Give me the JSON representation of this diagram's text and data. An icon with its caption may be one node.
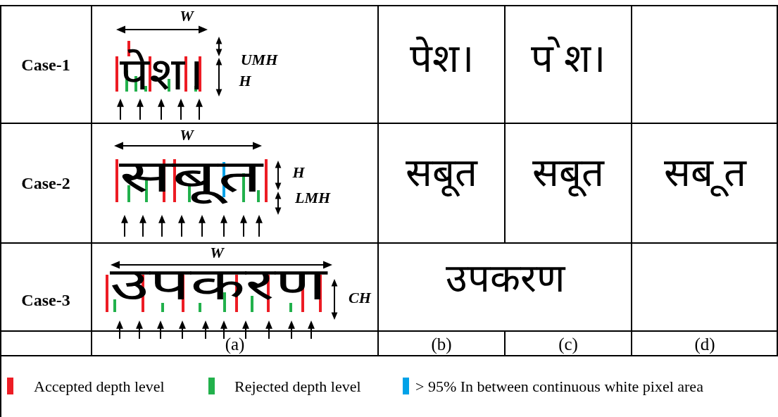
{
  "diagram": {
    "labels": [
      "Case-1",
      "W",
      "पेश।",
      "UMH",
      "H",
      "पेश।",
      "प ेश।",
      "Case-2",
      "W",
      "सबूत",
      "H",
      "LMH",
      "सबूत",
      "सबूत",
      "सब ूत",
      "Case-3",
      "W",
      "उपकरण",
      "CH",
      "उपकरण",
      "(a)",
      "(b)",
      "(c)",
      "(d)"
    ],
    "legend": [
      {
        "text": "Accepted depth level",
        "color": "#ed1c24"
      },
      {
        "text": "Rejected depth level",
        "color": "#22b14c"
      },
      {
        "text": "> 95% In between continuous white pixel area",
        "color": "#00a2e8"
      }
    ]
  }
}
